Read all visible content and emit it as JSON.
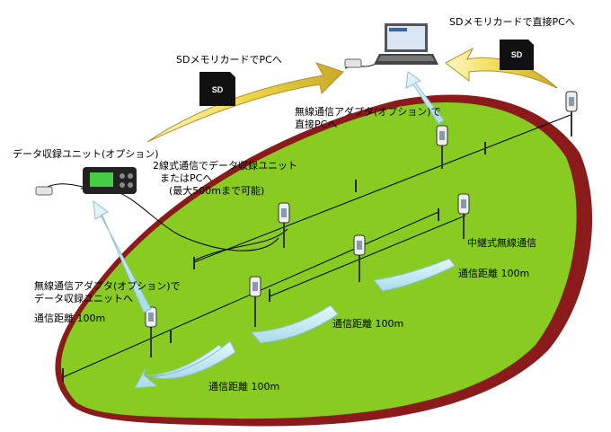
{
  "labels": {
    "sd_to_pc_left": "SDメモリカードでPCへ",
    "sd_to_pc_direct": "SDメモリカードで直接PCへ",
    "sd_card_left": "SD",
    "sd_card_right": "SD",
    "wireless_adapter_pc_line1": "無線通信アダプタ(オプション)で",
    "wireless_adapter_pc_line2": "直接PCへ",
    "data_logger_unit": "データ収録ユニット(オプション)",
    "two_wire_line1": "2線式通信でデータ収録ユニット",
    "two_wire_line2": "またはPCへ",
    "two_wire_line3": "(最大500mまで可能)",
    "relay_wireless": "中継式無線通信",
    "distance_right": "通信距離 100m",
    "distance_middle": "通信距離 100m",
    "distance_bottom": "通信距離 100m",
    "wireless_adapter_unit_line1": "無線通信アダプタ(オプション)で",
    "wireless_adapter_unit_line2": "データ収録ユニットへ",
    "distance_left": "通信距離 100m"
  },
  "colors": {
    "field_green": "#88cc22",
    "field_edge": "#8b1a1a",
    "yellow_arrow": "#ecd44a",
    "wireless_arrow": "#c6eef6",
    "wireless_arrow_edge": "#8fbfd0"
  }
}
